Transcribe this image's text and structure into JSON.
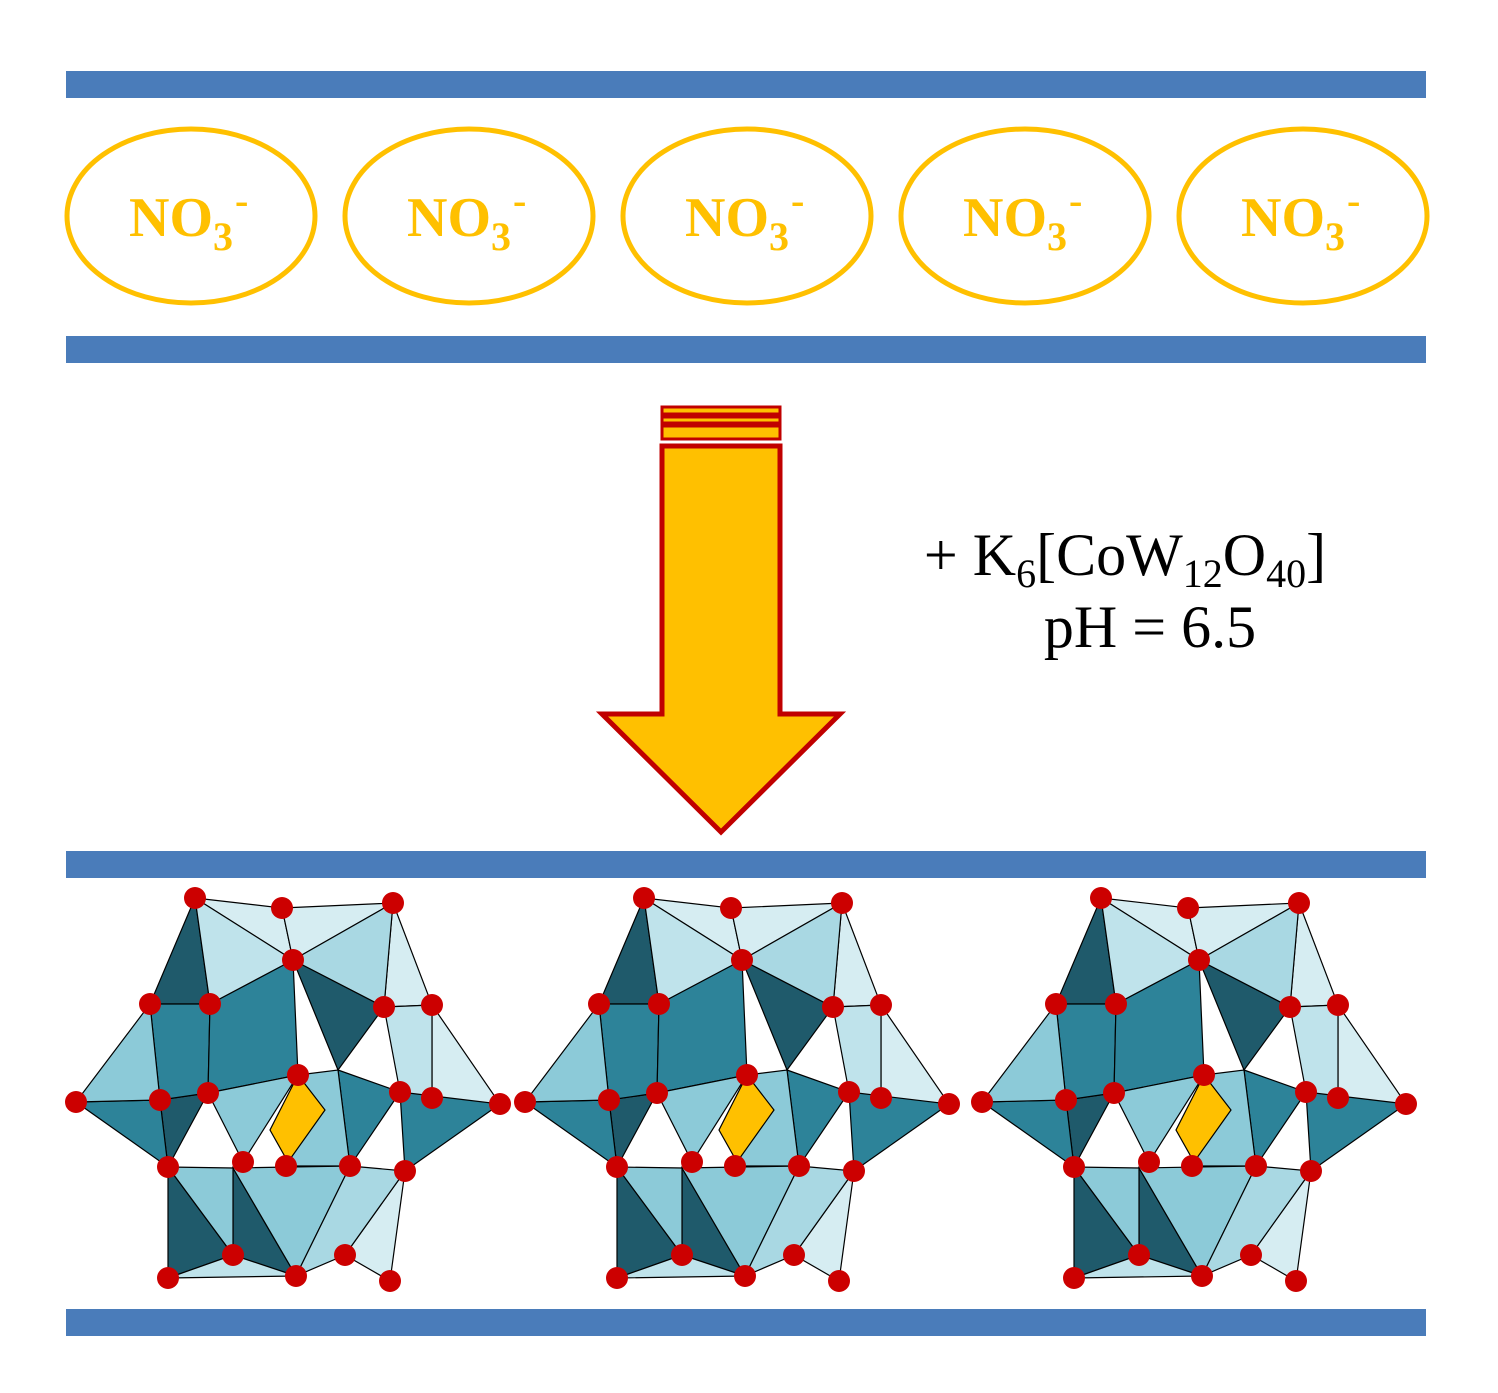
{
  "colors": {
    "layer_bar": "#4a7cba",
    "anion_outline": "#ffc000",
    "anion_text": "#ffc000",
    "arrow_fill": "#ffc000",
    "arrow_stroke": "#c00000",
    "oxygen": "#cc0000",
    "cobalt_center": "#ffc000",
    "octa_dark": "#1f5a6b",
    "octa_mid": "#2d8399",
    "octa_light": "#8ccad8",
    "octa_pale": "#d6edf2"
  },
  "anion": {
    "base": "NO",
    "subscript": "3",
    "charge": "-",
    "count": 5
  },
  "reagent": {
    "prefix": "+ K",
    "k_sub": "6",
    "bracket_open": "[CoW",
    "w_sub": "12",
    "o_label": "O",
    "o_sub": "40",
    "bracket_close": "]",
    "conditions": "pH = 6.5"
  },
  "polyoxometalate": {
    "count": 3,
    "icon": "keggin-polyhedron-icon"
  }
}
